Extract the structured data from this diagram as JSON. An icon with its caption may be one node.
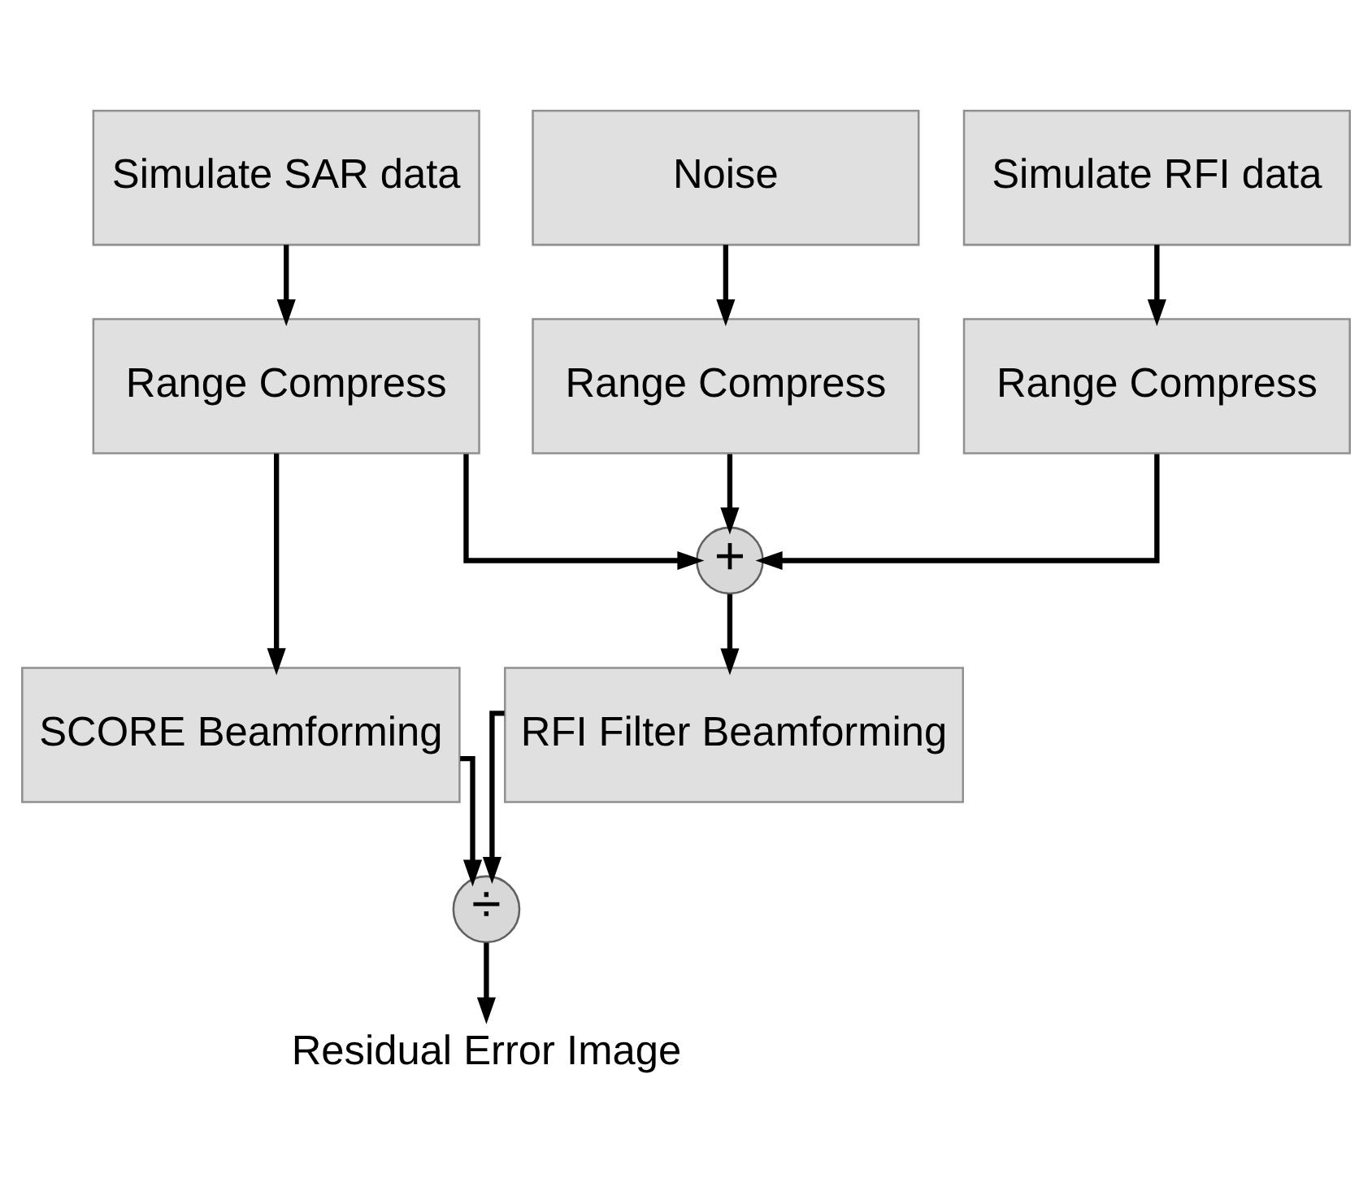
{
  "diagram": {
    "nodes": [
      {
        "text": [
          "Simulate SAR data"
        ]
      },
      {
        "text": [
          "Noise"
        ]
      },
      {
        "text": [
          "Simulate RFI data"
        ]
      },
      {
        "text": [
          "Range Compress"
        ]
      },
      {
        "text": [
          "Range Compress"
        ]
      },
      {
        "text": [
          "Range Compress"
        ]
      },
      {
        "text": [
          "+"
        ]
      },
      {
        "text": [
          "SCORE Beamforming"
        ]
      },
      {
        "text": [
          "RFI Filter Beamforming"
        ]
      },
      {
        "text": [
          "÷"
        ]
      },
      {
        "text": [
          "Residual Error Image"
        ]
      }
    ],
    "edges": [
      {
        "from": 0,
        "to": 3,
        "arrow": "to"
      },
      {
        "from": 1,
        "to": 4,
        "arrow": "to"
      },
      {
        "from": 2,
        "to": 5,
        "arrow": "to"
      },
      {
        "from": 3,
        "to": 6,
        "arrow": "to"
      },
      {
        "from": 4,
        "to": 6,
        "arrow": "to"
      },
      {
        "from": 5,
        "to": 6,
        "arrow": "to"
      },
      {
        "from": 3,
        "to": 7,
        "arrow": "to"
      },
      {
        "from": 6,
        "to": 8,
        "arrow": "to"
      },
      {
        "from": 7,
        "to": 9,
        "arrow": "to"
      },
      {
        "from": 8,
        "to": 9,
        "arrow": "to"
      },
      {
        "from": 9,
        "to": 10,
        "arrow": "to"
      }
    ]
  }
}
